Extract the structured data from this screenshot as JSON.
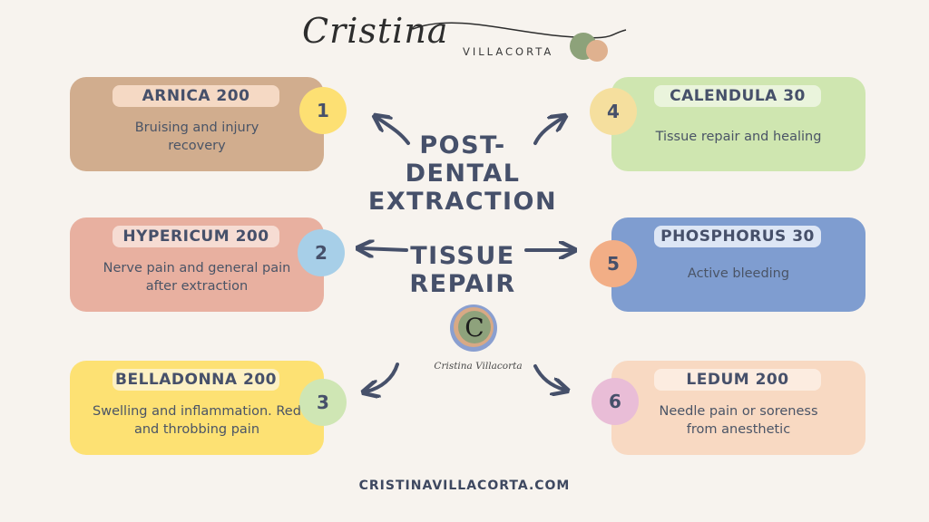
{
  "brand": {
    "script_name": "Cristina",
    "sub_name": "VILLACORTA",
    "logo_letter": "C",
    "logo_signature": "Cristina Villacorta"
  },
  "center": {
    "title_lines": [
      "POST-",
      "DENTAL",
      "EXTRACTION"
    ],
    "subtitle_lines": [
      "TISSUE",
      "REPAIR"
    ]
  },
  "remedies": [
    {
      "number": "1",
      "name": "ARNICA 200",
      "description": "Bruising and  injury recovery",
      "card_color": "#d1ad8e",
      "pill_color": "#f5d9c4",
      "circle_color": "#fde073"
    },
    {
      "number": "2",
      "name": "HYPERICUM 200",
      "description": "Nerve pain and general pain after extraction",
      "card_color": "#e8b0a0",
      "pill_color": "#f6dcd3",
      "circle_color": "#a7cfe8"
    },
    {
      "number": "3",
      "name": "BELLADONNA 200",
      "description": "Swelling and inflammation. Red and throbbing pain",
      "card_color": "#fde173",
      "pill_color": "#fdf1c3",
      "circle_color": "#cfe6b4"
    },
    {
      "number": "4",
      "name": "CALENDULA 30",
      "description": "Tissue repair and healing",
      "card_color": "#cfe6b0",
      "pill_color": "#eaf4dc",
      "circle_color": "#f5df9e"
    },
    {
      "number": "5",
      "name": "PHOSPHORUS 30",
      "description": "Active bleeding",
      "card_color": "#7f9dd0",
      "pill_color": "#dde6f5",
      "circle_color": "#f2ae86"
    },
    {
      "number": "6",
      "name": "LEDUM 200",
      "description": "Needle pain or soreness from anesthetic",
      "card_color": "#f8d9c2",
      "pill_color": "#fcece0",
      "circle_color": "#e9bdd7"
    }
  ],
  "footer": {
    "website": "CRISTINAVILLACORTA.COM"
  }
}
